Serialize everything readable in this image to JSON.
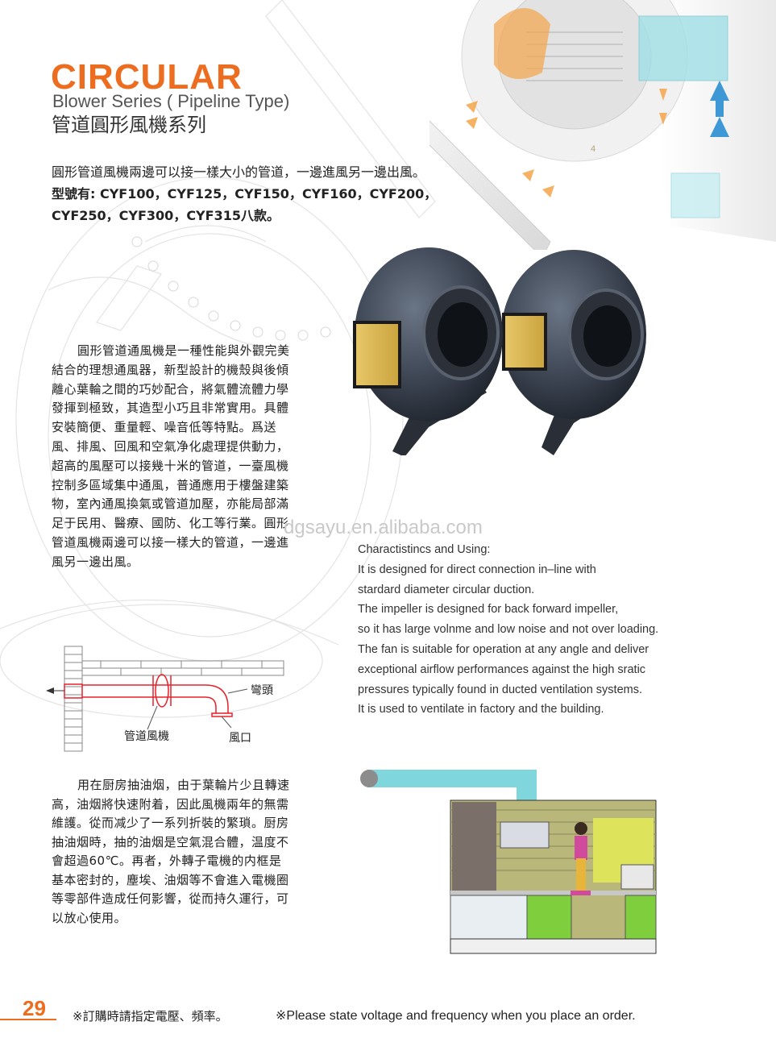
{
  "header": {
    "title": "CIRCULAR",
    "subtitle_en": "Blower Series ( Pipeline Type)",
    "subtitle_cn": "管道圓形風機系列"
  },
  "intro": {
    "line1": "圓形管道風機兩邊可以接一樣大小的管道，一邊進風另一邊出風。",
    "line2": "型號有: CYF100，CYF125，CYF150，CYF160，CYF200，",
    "line3": "CYF250，CYF300，CYF315八款。"
  },
  "description_cn": "圓形管道通風機是一種性能與外觀完美結合的理想通風器，新型設計的機殼與後傾離心葉輪之間的巧妙配合，將氣體流體力學發揮到極致，其造型小巧且非常實用。具體安裝簡便、重量輕、噪音低等特點。爲送風、排風、回風和空氣净化處理提供動力，超高的風壓可以接幾十米的管道，一臺風機控制多區域集中通風，普通應用于樓盤建築物，室內通風換氣或管道加壓，亦能局部滿足于民用、醫療、國防、化工等行業。圓形管道風機兩邊可以接一樣大的管道，一邊進風另一邊出風。",
  "watermark": "dgsayu.en.alibaba.com",
  "characteristics": {
    "heading": "Charactistincs and Using:",
    "lines": [
      "It is designed for direct connection in–line with",
      "stardard diameter circular duction.",
      "The impeller is designed for back forward impeller,",
      "so it has large volnme and low noise and not over loading.",
      "The fan is suitable for operation at any angle and deliver",
      "exceptional airflow performances against the high sratic",
      "pressures typically found in ducted ventilation systems.",
      "It is used to ventilate in factory and the building."
    ]
  },
  "diagram": {
    "label_elbow": "彎頭",
    "label_fan": "管道風機",
    "label_outlet": "風口"
  },
  "description_kitchen": "用在厨房抽油烟，由于葉輪片少且轉速高，油烟將快速附着，因此風機兩年的無需維護。從而减少了一系列折裝的繁瑣。厨房抽油烟時，抽的油烟是空氣混合體，温度不會超過60℃。再者，外轉子電機的内框是基本密封的，塵埃、油烟等不會進入電機圈等零部件造成任何影響，從而持久運行，可以放心使用。",
  "footer": {
    "page_number": "29",
    "note_cn": "※訂購時請指定電壓、頻率。",
    "note_en": "※Please state voltage and frequency when you place an order."
  },
  "colors": {
    "accent": "#ec6d1f",
    "duct": "#7fd6dc",
    "pipe_red": "#e8202a"
  }
}
